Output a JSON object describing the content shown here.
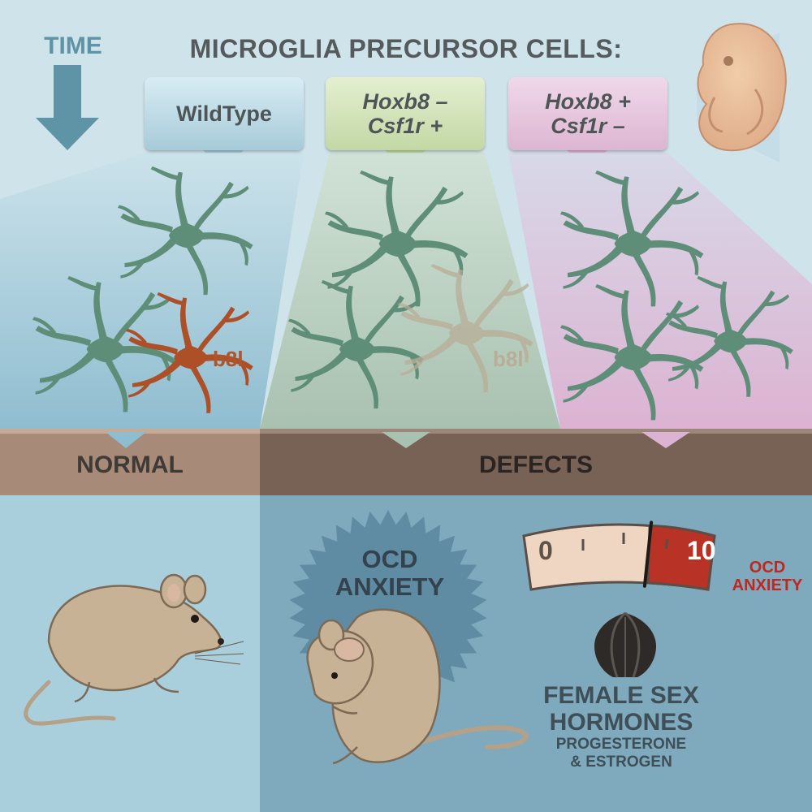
{
  "header": {
    "time_label": "TIME",
    "title": "MICROGLIA PRECURSOR CELLS:"
  },
  "precursors": [
    {
      "line1": "WildType",
      "line2": ""
    },
    {
      "line1": "Hoxb8 –",
      "line2": "Csf1r +"
    },
    {
      "line1": "Hoxb8 +",
      "line2": "Csf1r –"
    }
  ],
  "cell_labels": {
    "wildtype_b8l": "b8l",
    "hoxb8_minus_b8l": "b8l"
  },
  "outcomes": {
    "normal": "NORMAL",
    "defects": "DEFECTS"
  },
  "burst_label": {
    "line1": "OCD",
    "line2": "ANXIETY"
  },
  "gauge": {
    "min_label": "0",
    "max_label": "10",
    "side_label_line1": "OCD",
    "side_label_line2": "ANXIETY",
    "level_fraction": 0.66
  },
  "hormones": {
    "title_line1": "FEMALE SEX",
    "title_line2": "HORMONES",
    "sub_line1": "PROGESTERONE",
    "sub_line2": "& ESTROGEN"
  },
  "colors": {
    "background": "#cfe3ea",
    "microglia": "#5e8e78",
    "b8l_cell": "#ad4f27",
    "normal_bar": "#a78a78",
    "defects_bar": "#786155",
    "gauge_red": "#b83226"
  }
}
